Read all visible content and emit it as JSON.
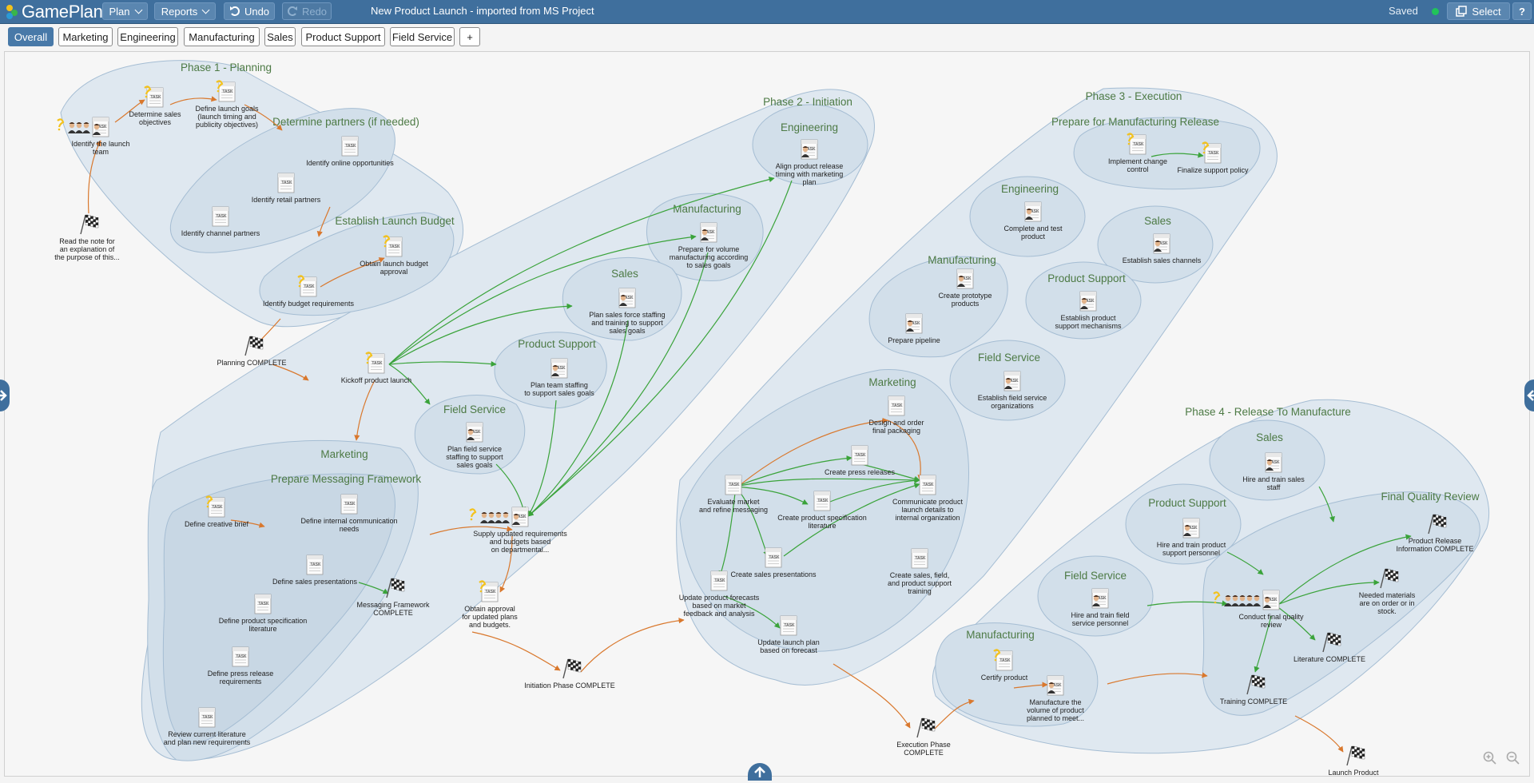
{
  "app": {
    "name": "GamePlan",
    "document_title": "New Product Launch - imported from MS Project",
    "save_status": "Saved"
  },
  "toolbar": {
    "plan": "Plan",
    "reports": "Reports",
    "undo": "Undo",
    "redo": "Redo",
    "select": "Select",
    "help": "?"
  },
  "tabs": [
    "Overall",
    "Marketing",
    "Engineering",
    "Manufacturing",
    "Sales",
    "Product Support",
    "Field Service",
    "+"
  ],
  "active_tab": "Overall",
  "colors": {
    "topbar": "#3f6f9d",
    "accent": "#4879a8",
    "status_ok": "#21c45a",
    "group_fill": "#dce6ef",
    "group_stroke": "#9fb8cf",
    "flow_green": "#3aa33a",
    "flow_orange": "#d9782d",
    "group_label": "#4d7a45"
  },
  "groups": {
    "phase1": "Phase 1 - Planning",
    "partners": "Determine partners (if needed)",
    "budget": "Establish Launch Budget",
    "phase2": "Phase 2 - Initiation",
    "p2_engineering": "Engineering",
    "p2_manufacturing": "Manufacturing",
    "p2_sales": "Sales",
    "p2_product_support": "Product Support",
    "p2_field_service": "Field Service",
    "p2_marketing": "Marketing",
    "messaging": "Prepare Messaging Framework",
    "phase3": "Phase 3 - Execution",
    "mfg_release": "Prepare for Manufacturing Release",
    "p3_engineering": "Engineering",
    "p3_sales": "Sales",
    "p3_manufacturing": "Manufacturing",
    "p3_product_support": "Product Support",
    "p3_field_service": "Field Service",
    "p3_marketing": "Marketing",
    "phase4": "Phase 4 - Release To Manufacture",
    "p4_sales": "Sales",
    "p4_product_support": "Product Support",
    "final_qa": "Final Quality Review",
    "p4_field_service": "Field Service",
    "p4_manufacturing": "Manufacturing"
  },
  "nodes": {
    "identify_team": [
      "Identify the launch",
      "team"
    ],
    "sales_objectives": [
      "Determine sales",
      "objectives"
    ],
    "launch_goals": [
      "Define launch goals",
      "(launch timing and",
      "publicity objectives)"
    ],
    "online_opps": [
      "Identify online opportunities"
    ],
    "retail_partners": [
      "Identify retail partners"
    ],
    "channel_partners": [
      "Identify channel partners"
    ],
    "launch_budget_approval": [
      "Obtain launch budget",
      "approval"
    ],
    "budget_reqs": [
      "Identify budget requirements"
    ],
    "read_note": [
      "Read the note for",
      "an explanation of",
      "the purpose of this..."
    ],
    "planning_complete": [
      "Planning COMPLETE"
    ],
    "kickoff": [
      "Kickoff product launch"
    ],
    "align_release": [
      "Align product release",
      "timing with marketing",
      "plan"
    ],
    "prepare_volume": [
      "Prepare for volume",
      "manufacturing according",
      "to sales goals"
    ],
    "plan_sales_force": [
      "Plan sales force staffing",
      "and training to support",
      "sales goals"
    ],
    "plan_team_staffing": [
      "Plan team staffing",
      "to support sales goals"
    ],
    "plan_field_service": [
      "Plan field service",
      "staffing to support",
      "sales goals"
    ],
    "supply_updated": [
      "Supply updated requirements",
      "and budgets based",
      "on departmental..."
    ],
    "obtain_approval": [
      "Obtain approval",
      "for updated plans",
      "and budgets."
    ],
    "initiation_complete": [
      "Initiation Phase COMPLETE"
    ],
    "creative_brief": [
      "Define creative brief"
    ],
    "internal_comm": [
      "Define internal communication",
      "needs"
    ],
    "sales_presentations_def": [
      "Define sales presentations"
    ],
    "messaging_complete": [
      "Messaging Framework",
      "COMPLETE"
    ],
    "product_spec_lit": [
      "Define product specification",
      "literature"
    ],
    "press_release_reqs": [
      "Define press release",
      "requirements"
    ],
    "review_literature": [
      "Review current literature",
      "and plan new requirements"
    ],
    "implement_change": [
      "Implement change",
      "control"
    ],
    "finalize_support": [
      "Finalize support policy"
    ],
    "complete_test": [
      "Complete and test",
      "product"
    ],
    "establish_channels": [
      "Establish sales channels"
    ],
    "create_prototype": [
      "Create prototype",
      "products"
    ],
    "prepare_pipeline": [
      "Prepare pipeline"
    ],
    "establish_support": [
      "Establish product",
      "support mechanisms"
    ],
    "establish_field": [
      "Establish field service",
      "organizations"
    ],
    "design_packaging": [
      "Design and order",
      "final packaging"
    ],
    "create_press": [
      "Create press releases"
    ],
    "evaluate_market": [
      "Evaluate market",
      "and refine messaging"
    ],
    "create_spec_lit": [
      "Create product specification",
      "literature"
    ],
    "communicate_details": [
      "Communicate product",
      "launch details to",
      "internal organization"
    ],
    "create_sales_pres": [
      "Create sales presentations"
    ],
    "create_training": [
      "Create sales, field,",
      "and product support",
      "training"
    ],
    "update_forecasts": [
      "Update product forecasts",
      "based on market",
      "feedback and analysis"
    ],
    "update_launch_plan": [
      "Update launch plan",
      "based on forecast"
    ],
    "execution_complete": [
      "Execution Phase",
      "COMPLETE"
    ],
    "hire_sales": [
      "Hire and train sales",
      "staff"
    ],
    "hire_support": [
      "Hire and train product",
      "support personnel"
    ],
    "hire_field": [
      "Hire and train field",
      "service personnel"
    ],
    "conduct_qa": [
      "Conduct final quality",
      "review"
    ],
    "release_info_complete": [
      "Product Release",
      "Information COMPLETE"
    ],
    "needed_materials": [
      "Needed materials",
      "are on order or in",
      "stock."
    ],
    "literature_complete": [
      "Literature COMPLETE"
    ],
    "training_complete": [
      "Training COMPLETE"
    ],
    "certify_product": [
      "Certify product"
    ],
    "manufacture_volume": [
      "Manufacture the",
      "volume of product",
      "planned to meet..."
    ],
    "launch_product": [
      "Launch Product"
    ]
  }
}
